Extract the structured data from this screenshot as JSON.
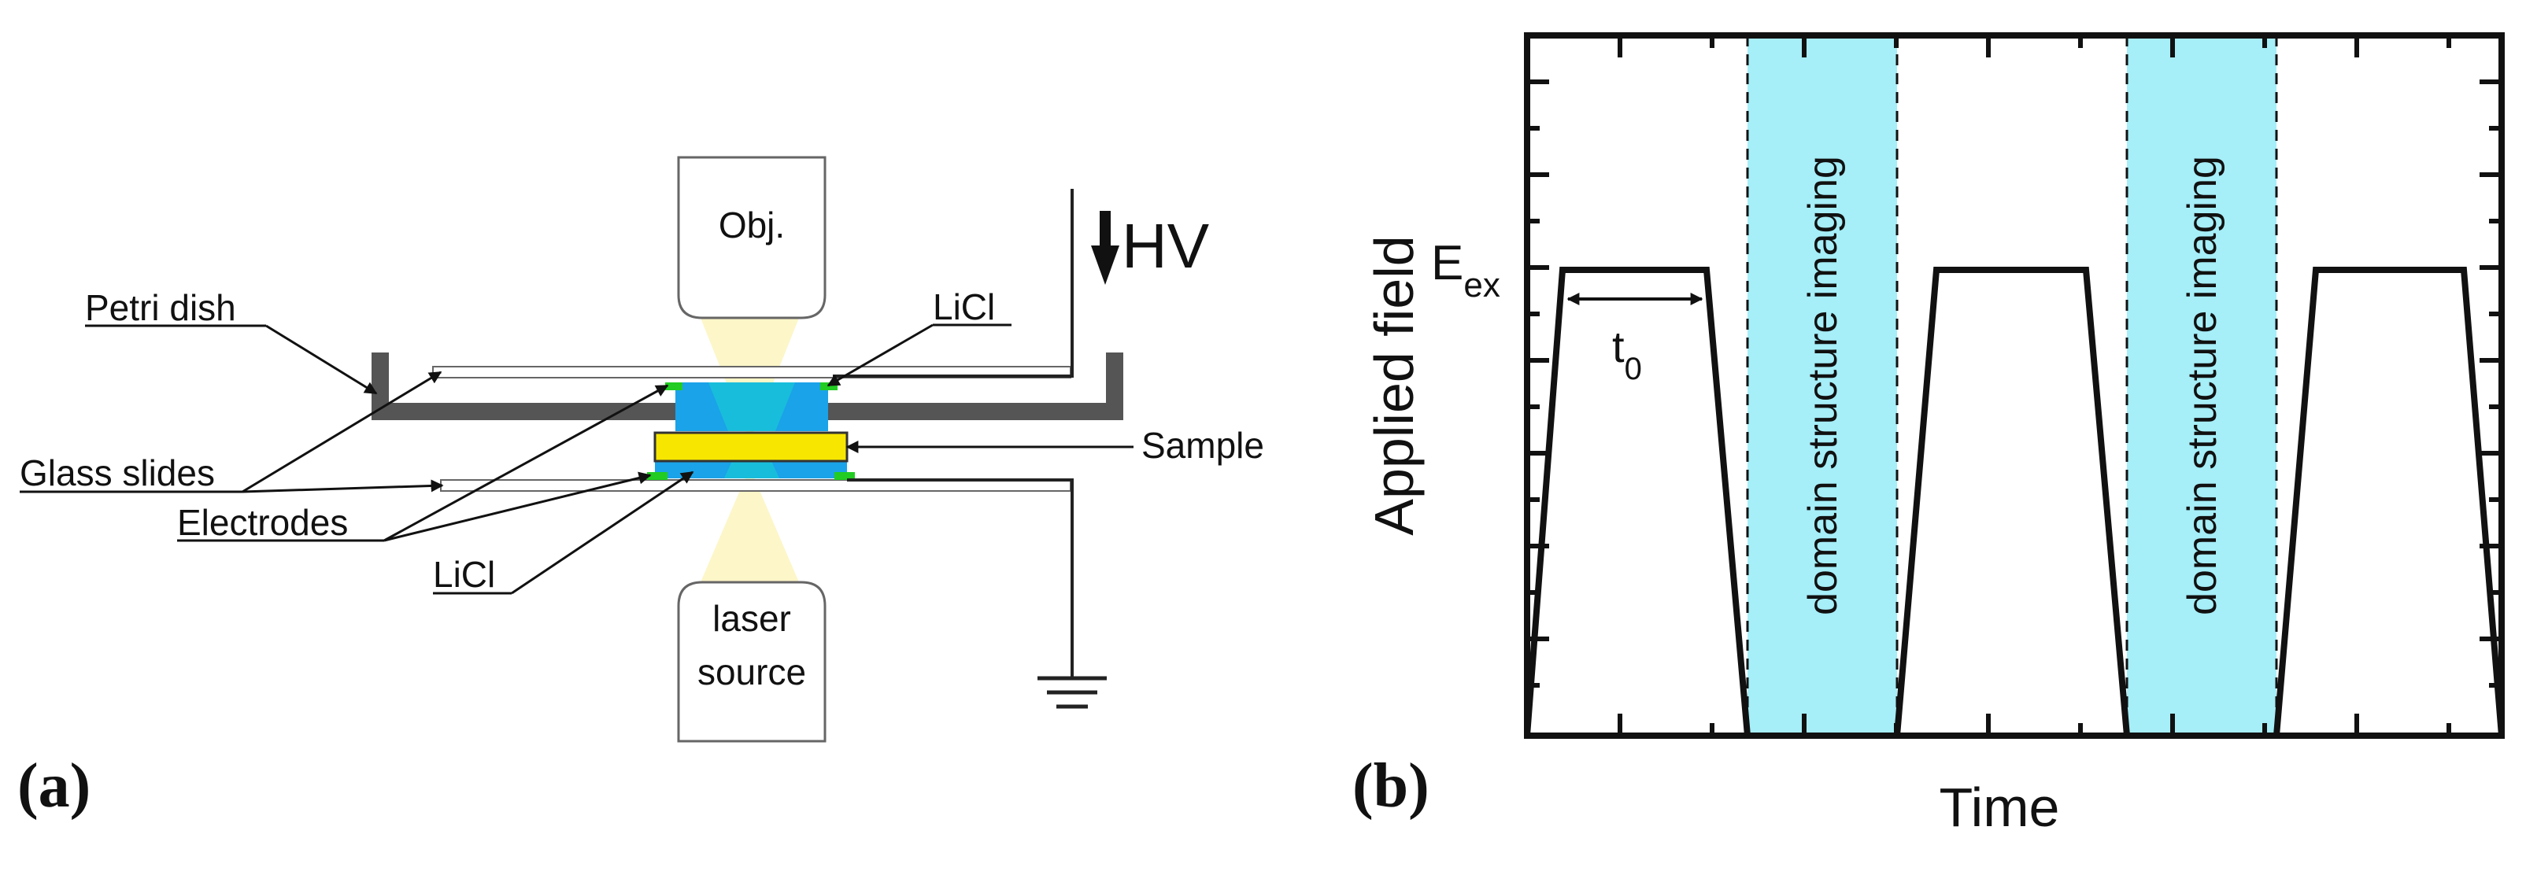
{
  "panel_a": {
    "label": "(a)",
    "objective": "Obj.",
    "hv": "HV",
    "laser_line1": "laser",
    "laser_line2": "source",
    "petri_dish": "Petri dish",
    "licl_top": "LiCl",
    "glass_slides": "Glass slides",
    "electrodes": "Electrodes",
    "licl_bottom": "LiCl",
    "sample": "Sample",
    "colors": {
      "dish": "#555555",
      "electrolyte": "#1aa3e8",
      "electrode": "#22cc22",
      "sample": "#f7e600",
      "light": "#fdf6c8"
    }
  },
  "panel_b": {
    "label": "(b)",
    "ylabel": "Applied field",
    "xlabel": "Time",
    "e_main": "E",
    "e_sub": "ex",
    "t_main": "t",
    "t_sub": "0",
    "band_label": "domain structure imaging",
    "colors": {
      "band": "#a6eef8",
      "signal": "#111111"
    }
  }
}
